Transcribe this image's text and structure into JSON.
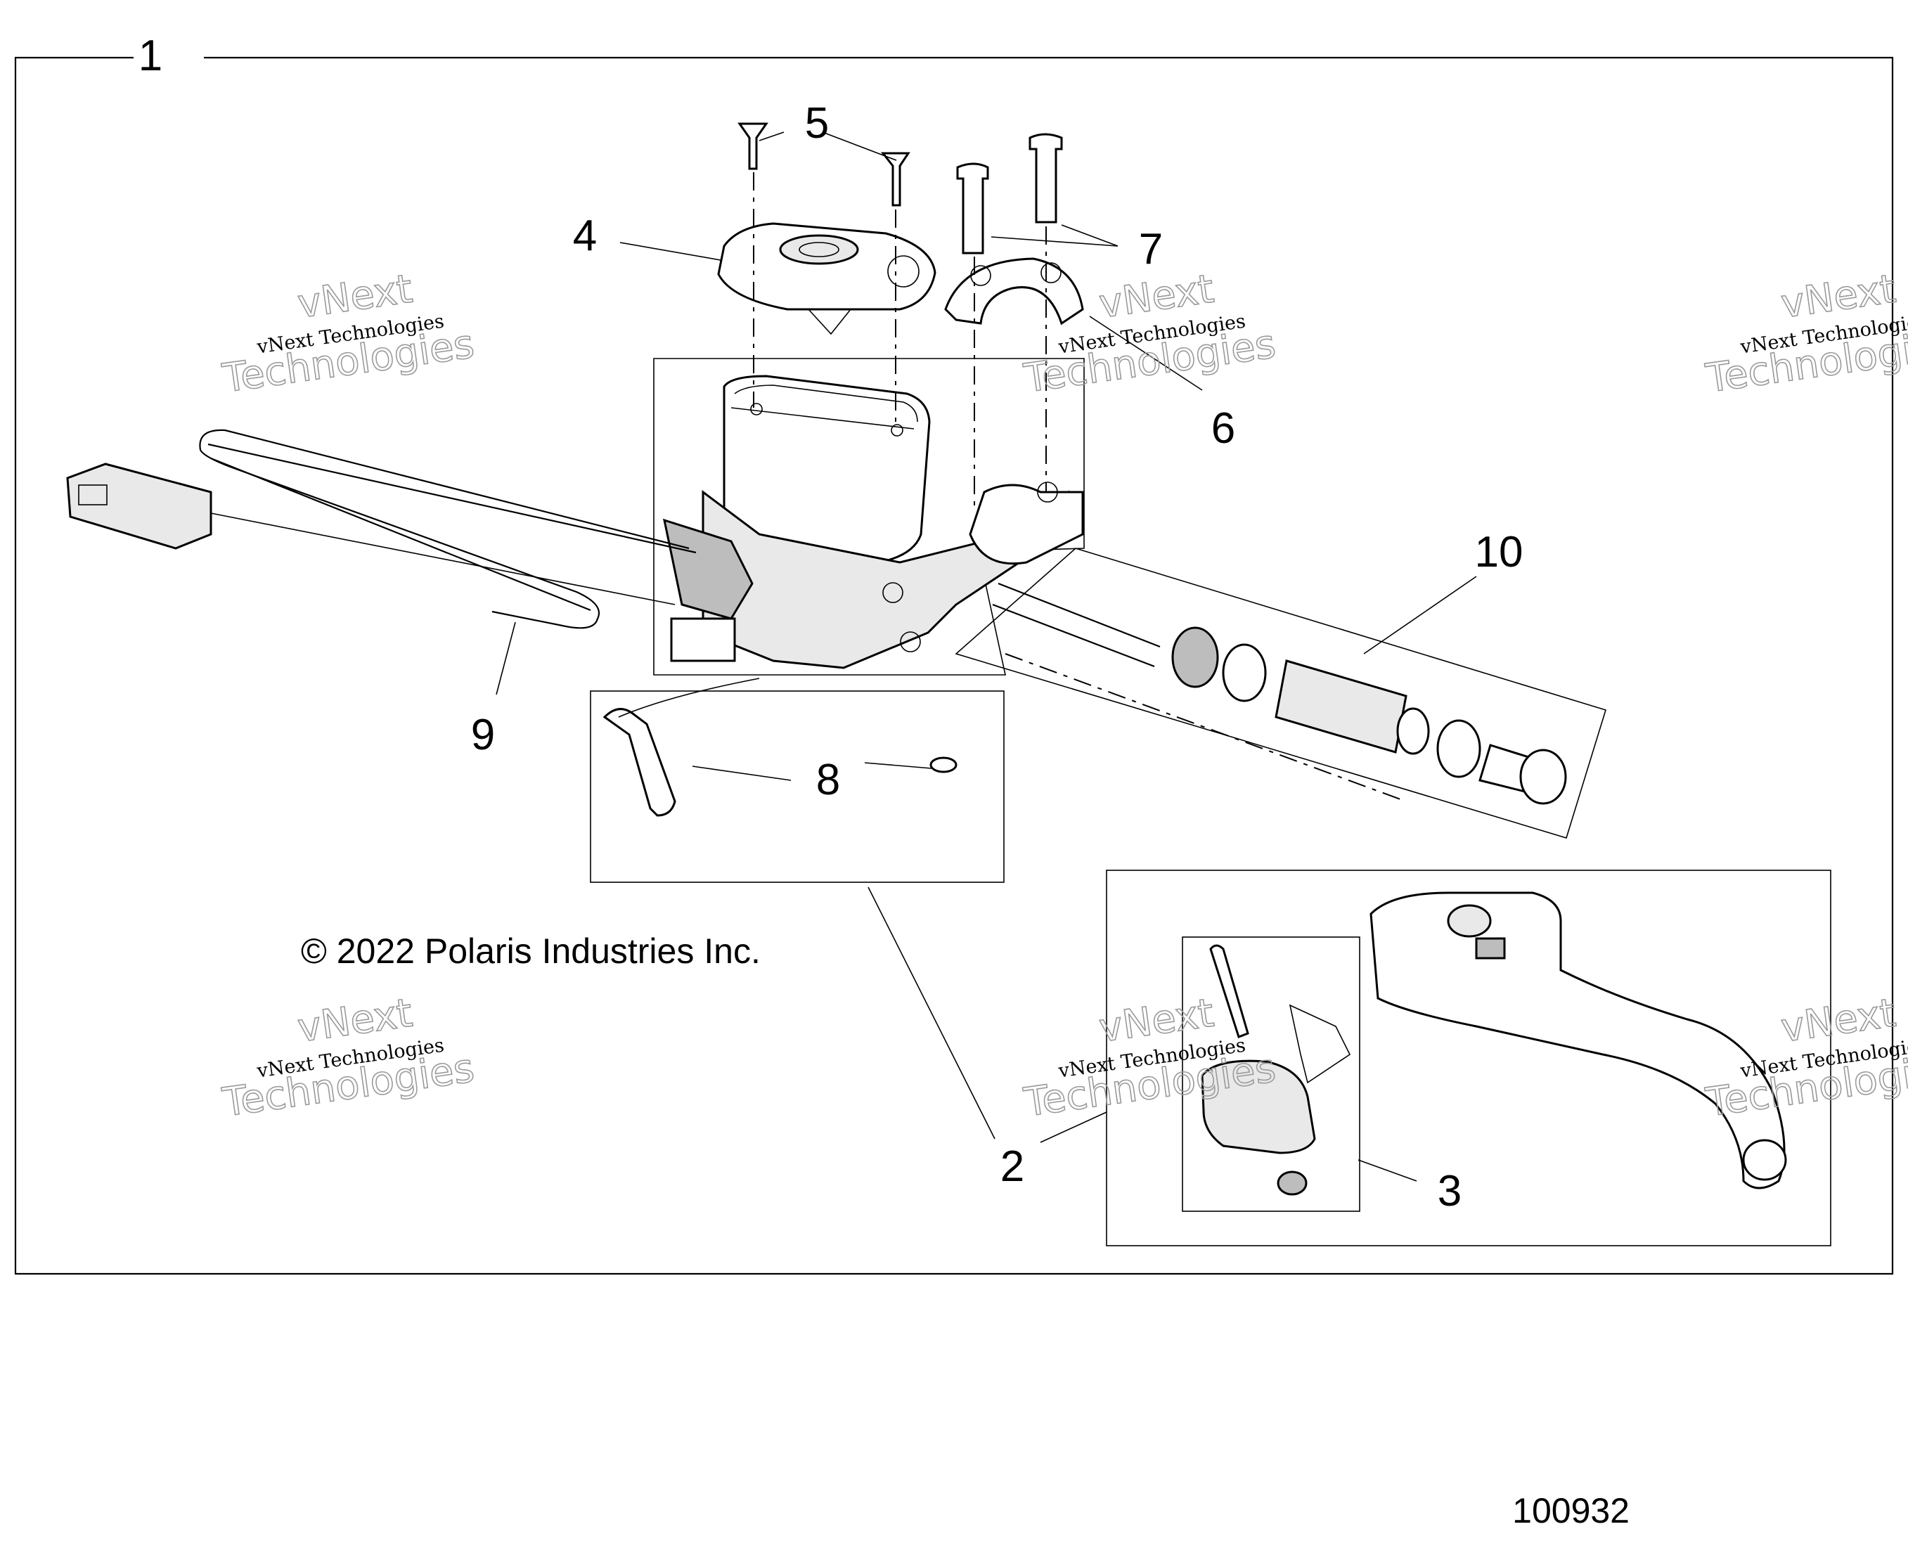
{
  "callouts": {
    "c1": "1",
    "c2": "2",
    "c3": "3",
    "c4": "4",
    "c5": "5",
    "c6": "6",
    "c7": "7",
    "c8": "8",
    "c9": "9",
    "c10": "10"
  },
  "copyright": "© 2022 Polaris Industries Inc.",
  "drawing_number": "100932",
  "watermark": {
    "line1": "vNext Technologies",
    "line2": "vNext",
    "line3": "Technologies"
  }
}
